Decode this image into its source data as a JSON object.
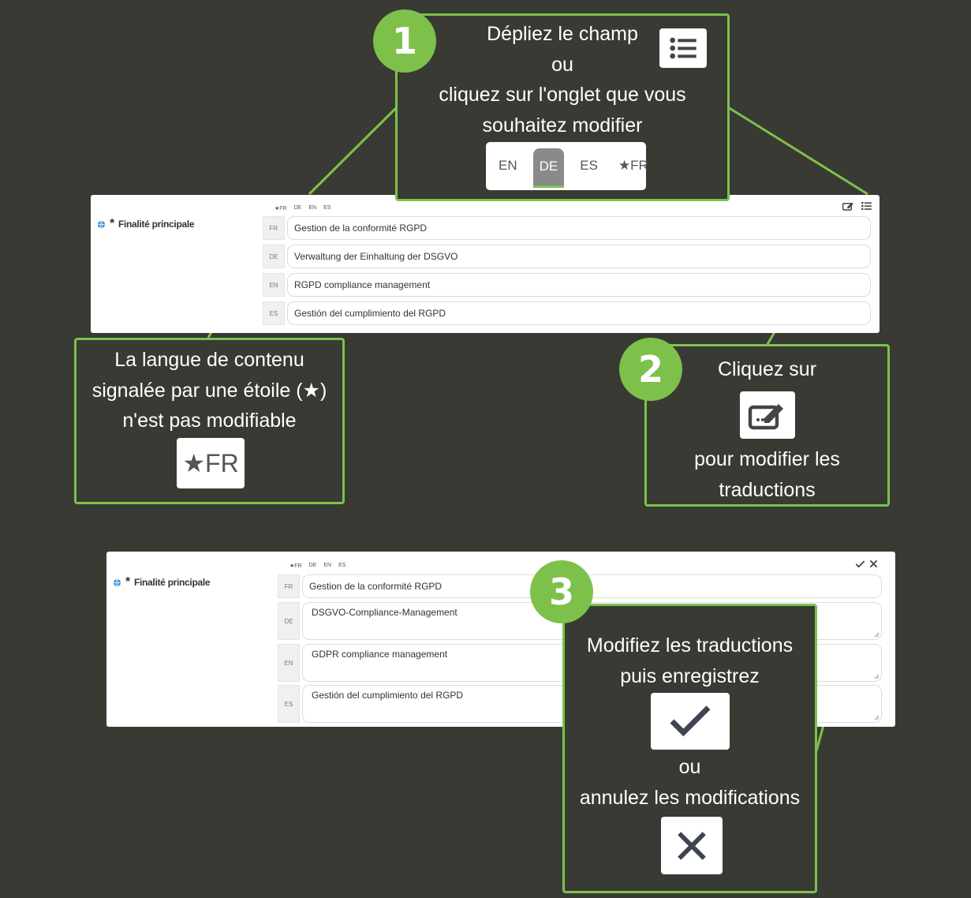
{
  "step1": {
    "number": "1",
    "line1": "Dépliez le champ",
    "line2": "ou",
    "line3": "cliquez sur l'onglet que vous",
    "line4": "souhaitez modifier",
    "icon": "list-icon",
    "tabs": [
      {
        "label": "EN",
        "active": false
      },
      {
        "label": "DE",
        "active": true
      },
      {
        "label": "ES",
        "active": false
      },
      {
        "label": "★FR",
        "active": false
      }
    ]
  },
  "note_star": {
    "line1": "La langue de contenu",
    "line2": "signalée par une étoile (★)",
    "line3": "n'est pas modifiable",
    "tile_label": "★FR"
  },
  "step2": {
    "number": "2",
    "line1": "Cliquez sur",
    "line2": "pour modifier les",
    "line3": "traductions",
    "icon": "edit-icon"
  },
  "step3": {
    "number": "3",
    "line1": "Modifiez les traductions",
    "line2": "puis enregistrez",
    "line3": "ou",
    "line4": "annulez les modifications",
    "save_icon": "check-icon",
    "cancel_icon": "close-icon"
  },
  "panel_view": {
    "label": "Finalité principale",
    "required_mark": "*",
    "tabs": [
      "★FR",
      "DE",
      "EN",
      "ES"
    ],
    "rows": [
      {
        "code": "FR",
        "value": "Gestion de la conformité RGPD"
      },
      {
        "code": "DE",
        "value": "Verwaltung der Einhaltung der DSGVO"
      },
      {
        "code": "EN",
        "value": "RGPD compliance management"
      },
      {
        "code": "ES",
        "value": "Gestión del cumplimiento del RGPD"
      }
    ]
  },
  "panel_edit": {
    "label": "Finalité principale",
    "required_mark": "*",
    "tabs": [
      "★FR",
      "DE",
      "EN",
      "ES"
    ],
    "rows": [
      {
        "code": "FR",
        "value": "Gestion de la conformité RGPD"
      },
      {
        "code": "DE",
        "value": "DSGVO-Compliance-Management"
      },
      {
        "code": "EN",
        "value": "GDPR compliance management"
      },
      {
        "code": "ES",
        "value": "Gestión del cumplimiento del RGPD"
      }
    ]
  },
  "colors": {
    "background": "#393a34",
    "accent": "#7dc14b",
    "panel": "#ffffff"
  }
}
